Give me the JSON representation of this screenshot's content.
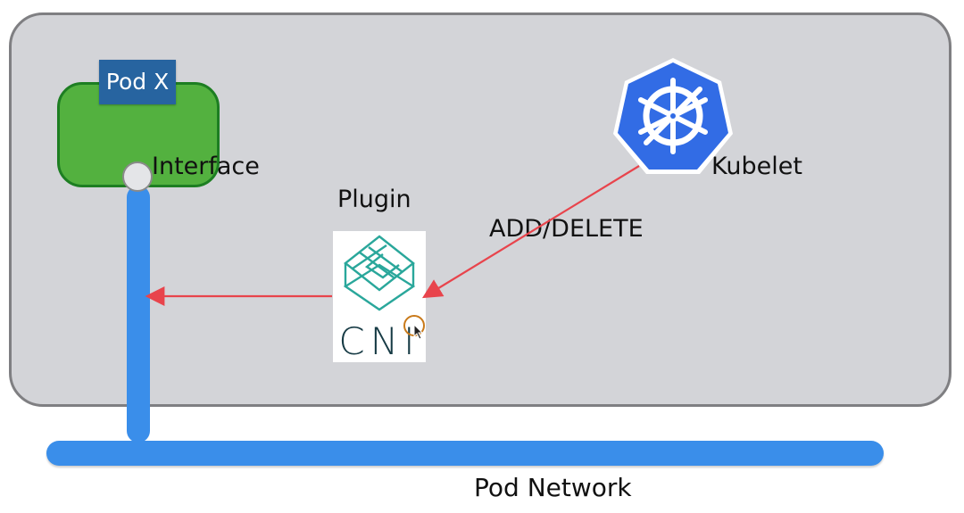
{
  "diagram": {
    "pod": {
      "label": "Pod X"
    },
    "interface": {
      "label": "Interface"
    },
    "plugin": {
      "label": "Plugin",
      "logo_text": "CNI"
    },
    "kubelet": {
      "label": "Kubelet"
    },
    "edge_kubelet_to_plugin": {
      "label": "ADD/DELETE"
    },
    "network": {
      "label": "Pod Network"
    }
  },
  "colors": {
    "node_background": "#d3d4d8",
    "pod_fill": "#53b13f",
    "pod_label_fill": "#2764a0",
    "network_pipe": "#3a8eea",
    "arrow": "#e8444c",
    "kubernetes_blue": "#326ce5",
    "cni_teal": "#2aa79b"
  }
}
